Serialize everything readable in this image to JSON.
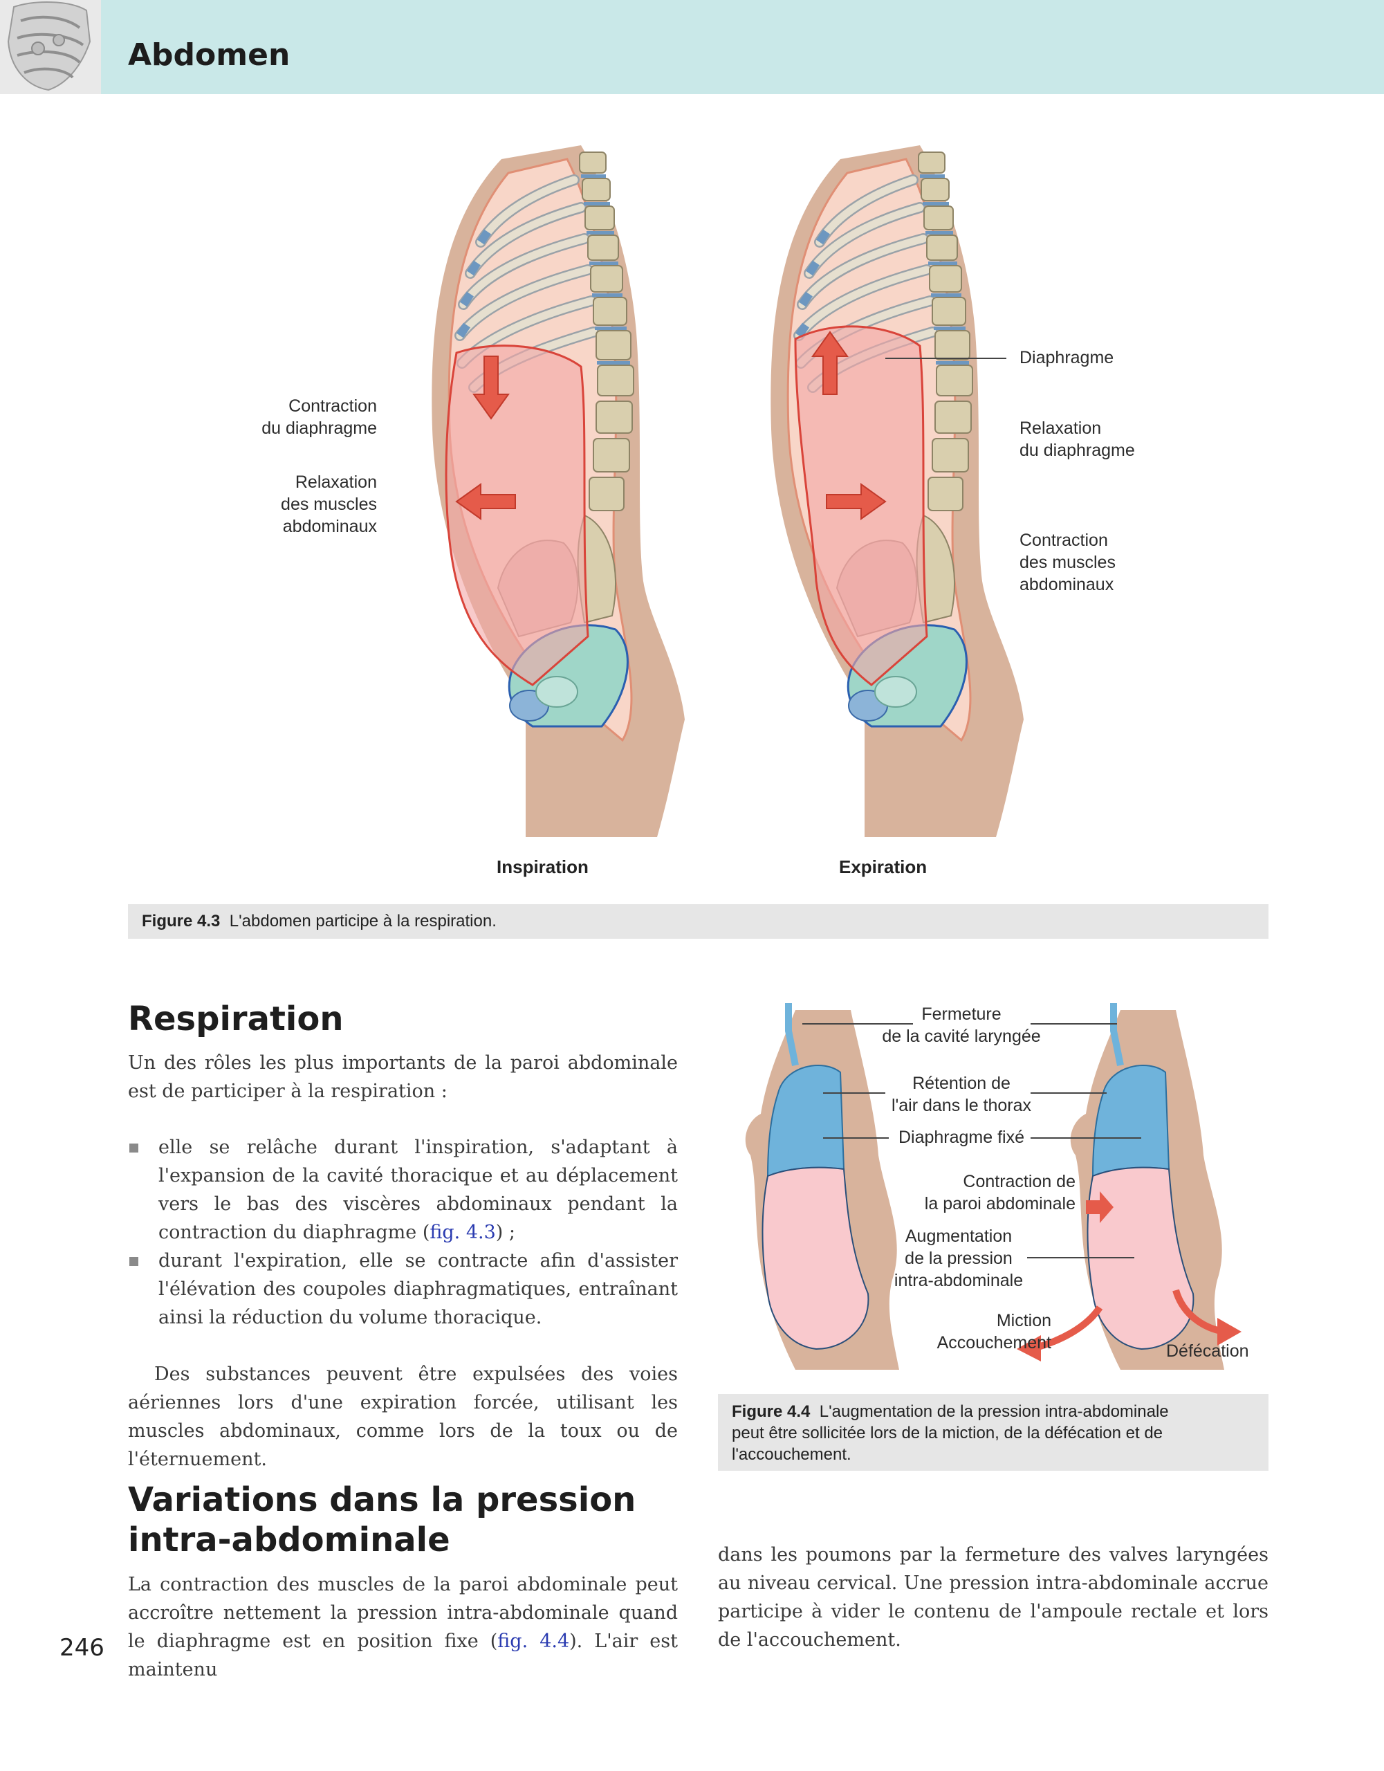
{
  "header": {
    "title": "Abdomen"
  },
  "figure_4_3": {
    "left_labels": {
      "contraction": [
        "Contraction",
        "du diaphragme"
      ],
      "relaxation": [
        "Relaxation",
        "des muscles",
        "abdominaux"
      ]
    },
    "right_labels": {
      "diaphragm": "Diaphragme",
      "relaxation": [
        "Relaxation",
        "du diaphragme"
      ],
      "contraction": [
        "Contraction",
        "des muscles",
        "abdominaux"
      ]
    },
    "panels": {
      "inspiration": "Inspiration",
      "expiration": "Expiration"
    },
    "caption": {
      "number": "Figure 4.3",
      "text": "L'abdomen participe à la respiration."
    }
  },
  "figure_4_4": {
    "labels": {
      "closure": [
        "Fermeture",
        "de la cavité laryngée"
      ],
      "retention": [
        "Rétention de",
        "l'air dans le thorax"
      ],
      "diaphragm": "Diaphragme fixé",
      "wall": [
        "Contraction de",
        "la paroi abdominale"
      ],
      "pressure": [
        "Augmentation",
        "de la pression",
        "intra-abdominale"
      ],
      "miction": [
        "Miction",
        "Accouchement"
      ],
      "defecation": "Défécation"
    },
    "caption": {
      "number": "Figure 4.4",
      "lines": [
        "L'augmentation de la pression intra-abdominale",
        "peut être sollicitée lors de la miction, de la défécation et de",
        "l'accouchement."
      ]
    }
  },
  "respiration": {
    "heading": "Respiration",
    "intro": "Un des rôles les plus importants de la paroi abdominale est de participer à la respiration :",
    "bullet1": {
      "text": "elle se relâche durant l'inspiration, s'adaptant à l'expansion de la cavité thoracique et au déplacement vers le bas des viscères abdominaux pendant la contraction du diaphragme (",
      "link": "fig. 4.3",
      "after": ") ;"
    },
    "bullet2": "durant l'expiration, elle se contracte afin d'assister l'élévation des coupoles diaphragmatiques, entraînant ainsi la réduction du volume thoracique.",
    "para": "Des substances peuvent être expulsées des voies aériennes lors d'une expiration forcée, utilisant les muscles abdominaux, comme lors de la toux ou de l'éternuement."
  },
  "pressure_section": {
    "heading": [
      "Variations dans la pression",
      "intra-abdominale"
    ],
    "para_start": "La contraction des muscles de la paroi abdominale peut accroître nettement la pression intra-abdominale quand le diaphragme est en position fixe (",
    "link": "fig. 4.4",
    "para_end": "). L'air est maintenu",
    "right_para": "dans les poumons par la fermeture des valves laryngées au niveau cervical. Une pression intra-abdominale accrue participe à vider le contenu de l'ampoule rectale et lors de l'accouchement."
  },
  "page_number": "246"
}
